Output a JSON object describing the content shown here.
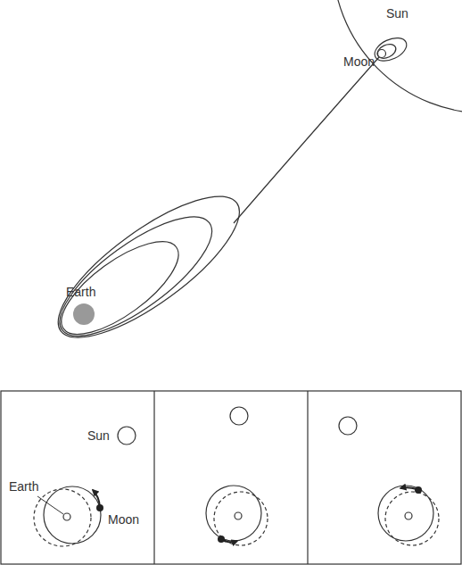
{
  "diagram": {
    "labels": [
      "Sun",
      "Moon",
      "Earth",
      "Sun",
      "Earth",
      "Moon"
    ]
  }
}
